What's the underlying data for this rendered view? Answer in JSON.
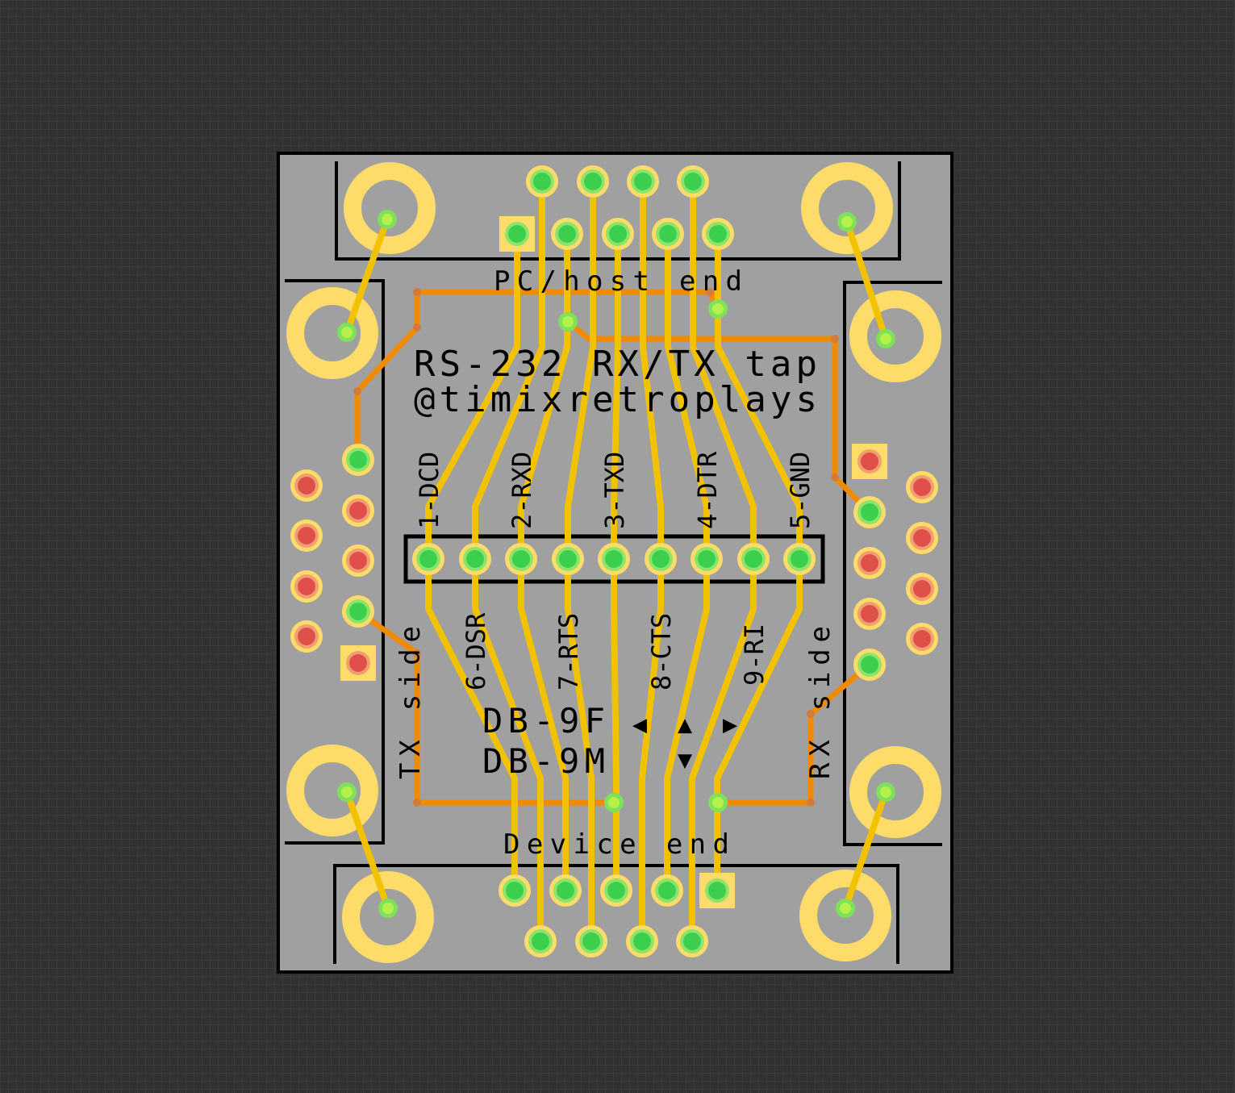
{
  "board": {
    "host_label": "PC/host end",
    "device_label": "Device end",
    "title": "RS-232 RX/TX tap",
    "author": "@timixretroplays",
    "tx_side": "TX side",
    "rx_side": "RX side",
    "db9f": "DB-9F",
    "db9m": "DB-9M",
    "pins_top": [
      "1-DCD",
      "2-RXD",
      "3-TXD",
      "4-DTR",
      "5-GND"
    ],
    "pins_bottom": [
      "6-DSR",
      "7-RTS",
      "8-CTS",
      "9-RI"
    ],
    "arrows": [
      "◀",
      "▲",
      "▶",
      "▼"
    ]
  },
  "colors": {
    "board": "#a0a0a0",
    "copper_top": "#f2c200",
    "copper_bottom": "#f28a00",
    "pad_ring": "#fddc6a",
    "pad_connected": "#3ccf4e",
    "pad_unconnected": "#e0504a"
  }
}
